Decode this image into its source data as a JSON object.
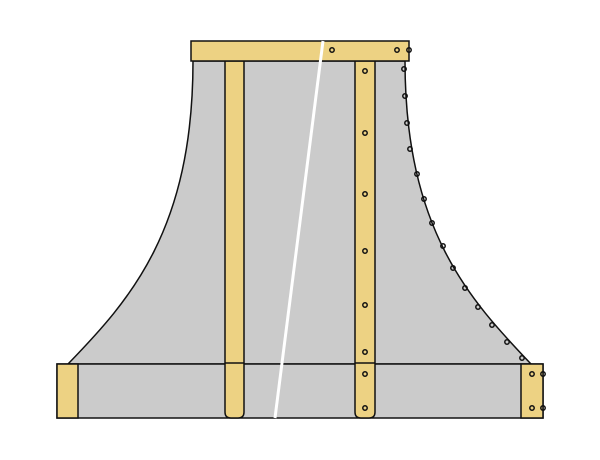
{
  "colors": {
    "background": "#ffffff",
    "metal_body": "#cbcbcb",
    "brass_strap": "#edd283",
    "outline": "#111111",
    "highlight": "#ffffff"
  },
  "illustration": {
    "subject": "range-hood",
    "parts": [
      "top-band",
      "curved-hood-body",
      "bottom-band",
      "vertical-straps",
      "rivets",
      "corner-blocks"
    ]
  }
}
